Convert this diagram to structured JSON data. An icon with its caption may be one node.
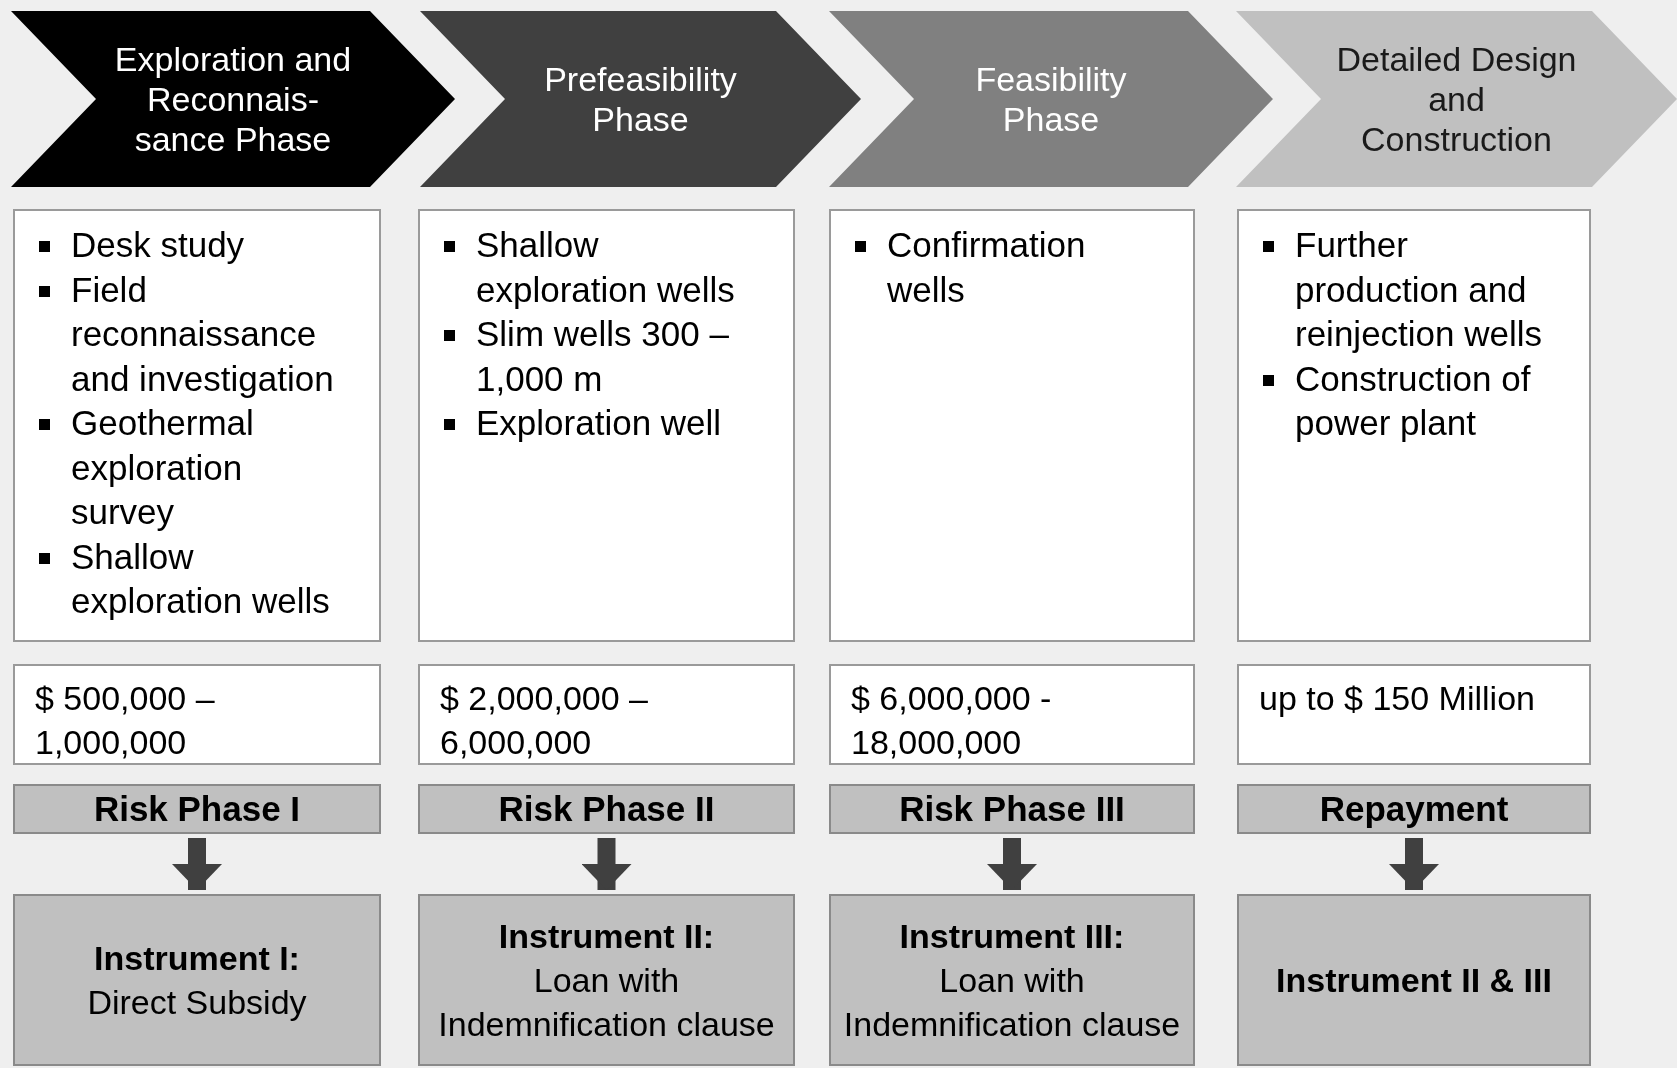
{
  "diagram": {
    "nodes": [
      {
        "text": [
          "Exploration and Reconnais-sance Phase"
        ]
      },
      {
        "text": [
          "Prefeasibility Phase"
        ]
      },
      {
        "text": [
          "Feasibility Phase"
        ]
      },
      {
        "text": [
          "Detailed Design and Construction"
        ]
      },
      {
        "text": [
          "Desk study",
          "Field reconnaissance and investigation",
          "Geothermal exploration survey",
          "Shallow exploration wells"
        ]
      },
      {
        "text": [
          "Shallow exploration wells",
          "Slim wells 300 – 1,000 m",
          "Exploration well"
        ]
      },
      {
        "text": [
          "Confirmation wells"
        ]
      },
      {
        "text": [
          "Further production and reinjection wells",
          "Construction of power plant"
        ]
      },
      {
        "text": [
          "$ 500,000 – 1,000,000"
        ]
      },
      {
        "text": [
          "$ 2,000,000 – 6,000,000"
        ]
      },
      {
        "text": [
          "$ 6,000,000 - 18,000,000"
        ]
      },
      {
        "text": [
          "up to $ 150 Million"
        ]
      },
      {
        "text": [
          "Risk Phase I"
        ]
      },
      {
        "text": [
          "Risk Phase II"
        ]
      },
      {
        "text": [
          "Risk Phase III"
        ]
      },
      {
        "text": [
          "Repayment"
        ]
      },
      {
        "text": [
          "Instrument I:",
          "Direct Subsidy"
        ]
      },
      {
        "text": [
          "Instrument II:",
          "Loan with Indemnification clause"
        ]
      },
      {
        "text": [
          "Instrument III:",
          "Loan with Indemnification clause"
        ]
      },
      {
        "text": [
          "Instrument II & III"
        ]
      }
    ],
    "edges": [
      {
        "from": 12,
        "to": 16,
        "arrow": "to"
      },
      {
        "from": 13,
        "to": 17,
        "arrow": "to"
      },
      {
        "from": 14,
        "to": 18,
        "arrow": "to"
      },
      {
        "from": 15,
        "to": 19,
        "arrow": "to"
      }
    ]
  }
}
